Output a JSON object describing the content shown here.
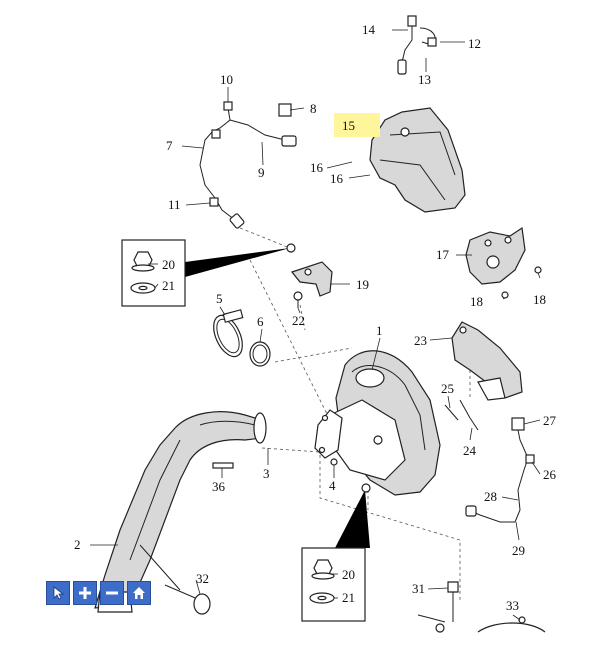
{
  "callouts": {
    "c1": "1",
    "c2": "2",
    "c3": "3",
    "c4": "4",
    "c5": "5",
    "c6": "6",
    "c7": "7",
    "c8": "8",
    "c9": "9",
    "c10": "10",
    "c11": "11",
    "c12": "12",
    "c13": "13",
    "c14": "14",
    "c15": "15",
    "c16a": "16",
    "c16b": "16",
    "c17": "17",
    "c18a": "18",
    "c18b": "18",
    "c19": "19",
    "c20a": "20",
    "c20b": "20",
    "c21a": "21",
    "c21b": "21",
    "c22": "22",
    "c23": "23",
    "c24": "24",
    "c25": "25",
    "c26": "26",
    "c27": "27",
    "c28": "28",
    "c29": "29",
    "c31": "31",
    "c32": "32",
    "c33": "33",
    "c36": "36"
  },
  "highlight_color": "#fff59a",
  "toolbar": {
    "buttons": [
      {
        "name": "cursor-button",
        "icon": "cursor-icon"
      },
      {
        "name": "zoom-in-button",
        "icon": "plus-icon"
      },
      {
        "name": "zoom-out-button",
        "icon": "minus-icon"
      },
      {
        "name": "home-button",
        "icon": "home-icon"
      }
    ]
  }
}
